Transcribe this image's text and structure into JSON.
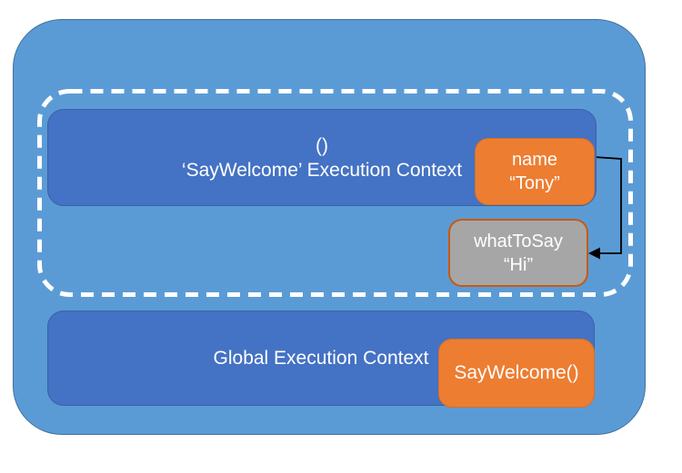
{
  "colors": {
    "outer_fill": "#5B9BD5",
    "outer_border": "#41719C",
    "context_fill": "#4472C4",
    "context_border": "#3A62A8",
    "orange_fill": "#ED7D31",
    "orange_border": "#D86E24",
    "gray_fill": "#A6A6A6",
    "gray_border": "#C55A11",
    "dashed_border": "#FFFFFF",
    "arrow": "#000000",
    "text": "#FFFFFF"
  },
  "diagram": {
    "say_welcome_context": {
      "line1": "()",
      "line2": "‘SayWelcome’ Execution Context"
    },
    "name_variable": {
      "label": "name",
      "value": "“Tony”"
    },
    "what_to_say_variable": {
      "label": "whatToSay",
      "value": "“Hi”"
    },
    "global_context": {
      "label": "Global Execution Context"
    },
    "say_welcome_call": {
      "label": "SayWelcome()"
    }
  }
}
